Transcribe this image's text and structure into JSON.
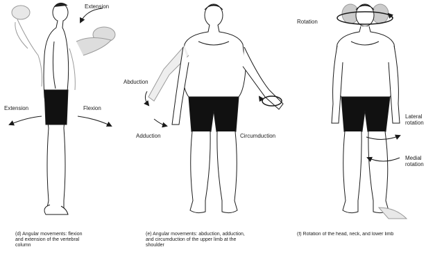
{
  "panels": {
    "d": {
      "labels": {
        "extension_top": "Extension",
        "extension_left": "Extension",
        "flexion": "Flexion"
      },
      "caption": "(d) Angular movements: flexion\nand extension of the vertebral\ncolumn"
    },
    "e": {
      "labels": {
        "abduction": "Abduction",
        "adduction": "Adduction",
        "circumduction": "Circumduction"
      },
      "caption": "(e) Angular movements: abduction, adduction,\nand circumduction of the upper limb at the\nshoulder"
    },
    "f": {
      "labels": {
        "rotation": "Rotation",
        "lateral_rotation": "Lateral\nrotation",
        "medial_rotation": "Medial\nrotation"
      },
      "caption": "(f) Rotation of the head, neck, and lower limb"
    }
  },
  "colors": {
    "ink": "#1a1a1a",
    "shade": "#9a9a9a",
    "shorts": "#111111"
  }
}
